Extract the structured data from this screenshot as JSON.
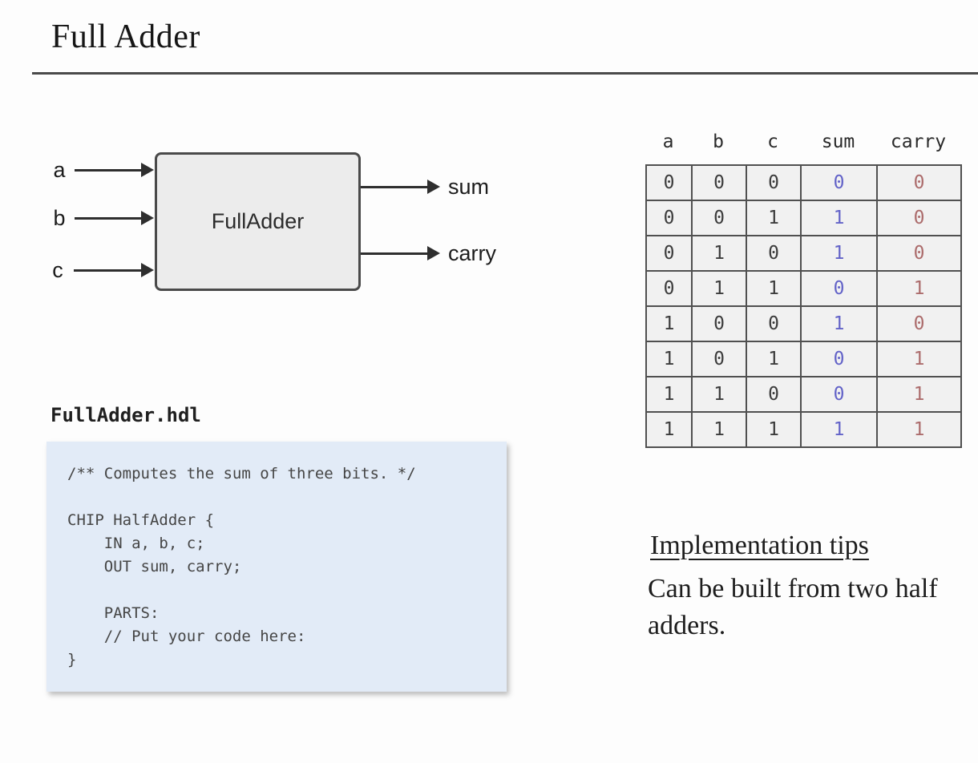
{
  "slide": {
    "title": "Full Adder"
  },
  "diagram": {
    "chip_label": "FullAdder",
    "inputs": [
      "a",
      "b",
      "c"
    ],
    "outputs": [
      "sum",
      "carry"
    ]
  },
  "truth_table": {
    "headers": [
      "a",
      "b",
      "c",
      "sum",
      "carry"
    ],
    "rows": [
      {
        "a": "0",
        "b": "0",
        "c": "0",
        "sum": "0",
        "carry": "0"
      },
      {
        "a": "0",
        "b": "0",
        "c": "1",
        "sum": "1",
        "carry": "0"
      },
      {
        "a": "0",
        "b": "1",
        "c": "0",
        "sum": "1",
        "carry": "0"
      },
      {
        "a": "0",
        "b": "1",
        "c": "1",
        "sum": "0",
        "carry": "1"
      },
      {
        "a": "1",
        "b": "0",
        "c": "0",
        "sum": "1",
        "carry": "0"
      },
      {
        "a": "1",
        "b": "0",
        "c": "1",
        "sum": "0",
        "carry": "1"
      },
      {
        "a": "1",
        "b": "1",
        "c": "0",
        "sum": "0",
        "carry": "1"
      },
      {
        "a": "1",
        "b": "1",
        "c": "1",
        "sum": "1",
        "carry": "1"
      }
    ],
    "colors": {
      "sum": "#6363c8",
      "carry": "#ac6c6c"
    }
  },
  "code_panel": {
    "filename": "FullAdder.hdl",
    "lines": [
      "/** Computes the sum of three bits. */",
      "",
      "CHIP HalfAdder {",
      "    IN a, b, c;",
      "    OUT sum, carry;",
      "",
      "    PARTS:",
      "    // Put your code here:",
      "}"
    ]
  },
  "tips": {
    "heading": "Implementation tips",
    "body_line1": "Can be built from two half",
    "body_line2": "adders."
  }
}
